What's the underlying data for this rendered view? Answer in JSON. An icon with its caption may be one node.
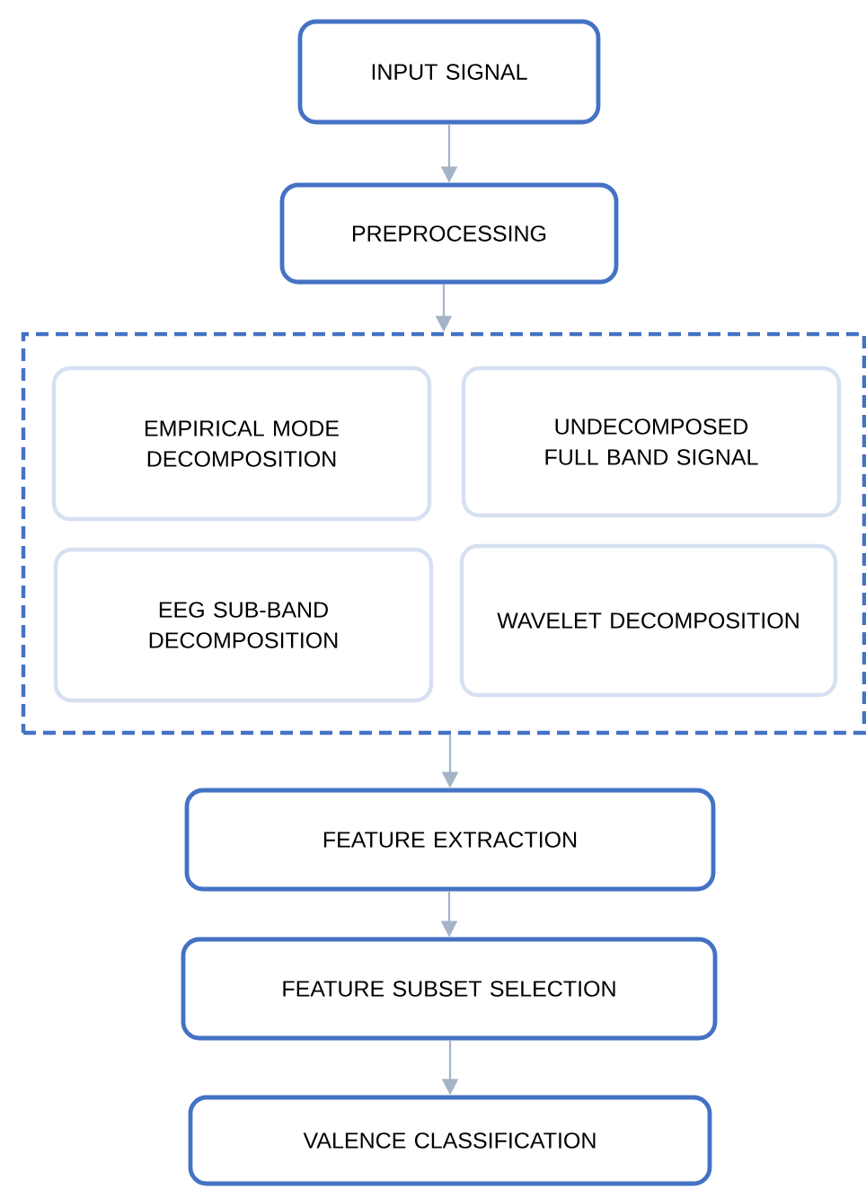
{
  "diagram": {
    "nodes": [
      {
        "text": [
          "INPUT SIGNAL"
        ]
      },
      {
        "text": [
          "PREPROCESSING"
        ]
      },
      {
        "text": [],
        "shape": "box"
      },
      {
        "text": [
          "EMPIRICAL MODE DECOMPOSITION"
        ],
        "in": 2
      },
      {
        "text": [
          "UNDECOMPOSED FULL BAND SIGNAL"
        ],
        "in": 2
      },
      {
        "text": [
          "EEG SUB-BAND DECOMPOSITION"
        ],
        "in": 2
      },
      {
        "text": [
          "WAVELET DECOMPOSITION"
        ],
        "in": 2
      },
      {
        "text": [
          "FEATURE EXTRACTION"
        ]
      },
      {
        "text": [
          "FEATURE SUBSET SELECTION"
        ]
      },
      {
        "text": [
          "VALENCE CLASSIFICATION"
        ]
      }
    ],
    "edges": [
      {
        "from": 0,
        "to": 1,
        "arrow": "to"
      },
      {
        "from": 1,
        "to": 2,
        "arrow": "to"
      },
      {
        "from": 2,
        "to": 7,
        "arrow": "to"
      },
      {
        "from": 7,
        "to": 8,
        "arrow": "to"
      },
      {
        "from": 8,
        "to": 9,
        "arrow": "to"
      }
    ]
  }
}
